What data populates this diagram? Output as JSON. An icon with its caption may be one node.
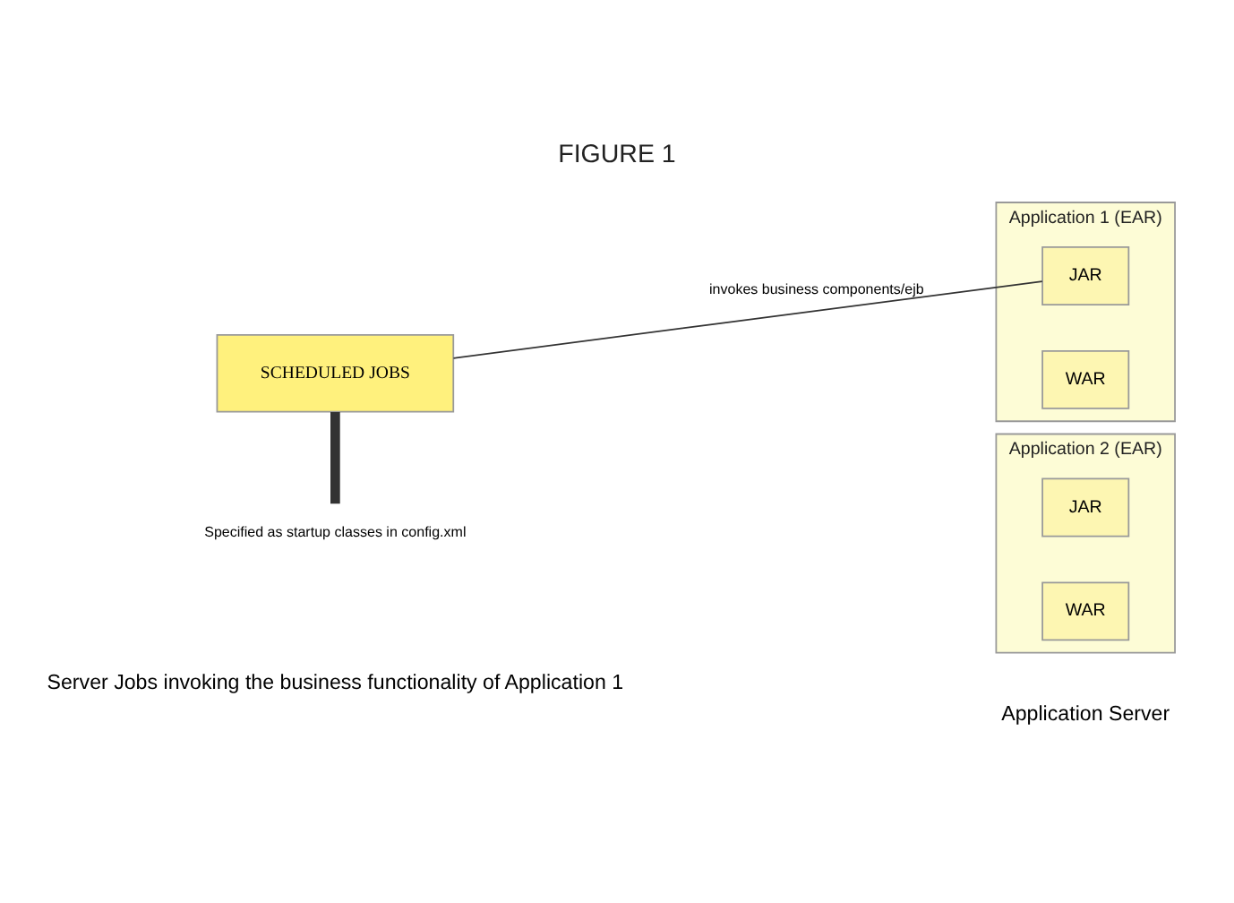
{
  "diagram": {
    "title": "FIGURE 1",
    "caption": "Server Jobs invoking the business functionality of Application 1",
    "nodes": [
      {
        "text": [
          "Application 1 (EAR)"
        ]
      },
      {
        "text": [
          "JAR"
        ],
        "in": 0
      },
      {
        "text": [
          "WAR"
        ],
        "in": 0
      },
      {
        "text": [
          "Application 2 (EAR)"
        ]
      },
      {
        "text": [
          "JAR"
        ],
        "in": 3
      },
      {
        "text": [
          "WAR"
        ],
        "in": 3
      },
      {
        "text": [
          "SCHEDULED JOBS"
        ]
      },
      {
        "text": [
          "Specified as startup classes in config.xml"
        ]
      }
    ],
    "edges": [
      {
        "from": 6,
        "to": 1,
        "arrow": "none",
        "label": "invokes business components/ejb"
      },
      {
        "from": 6,
        "to": 7,
        "arrow": "none",
        "style": "thick"
      }
    ],
    "labels": [
      "Application Server"
    ]
  }
}
